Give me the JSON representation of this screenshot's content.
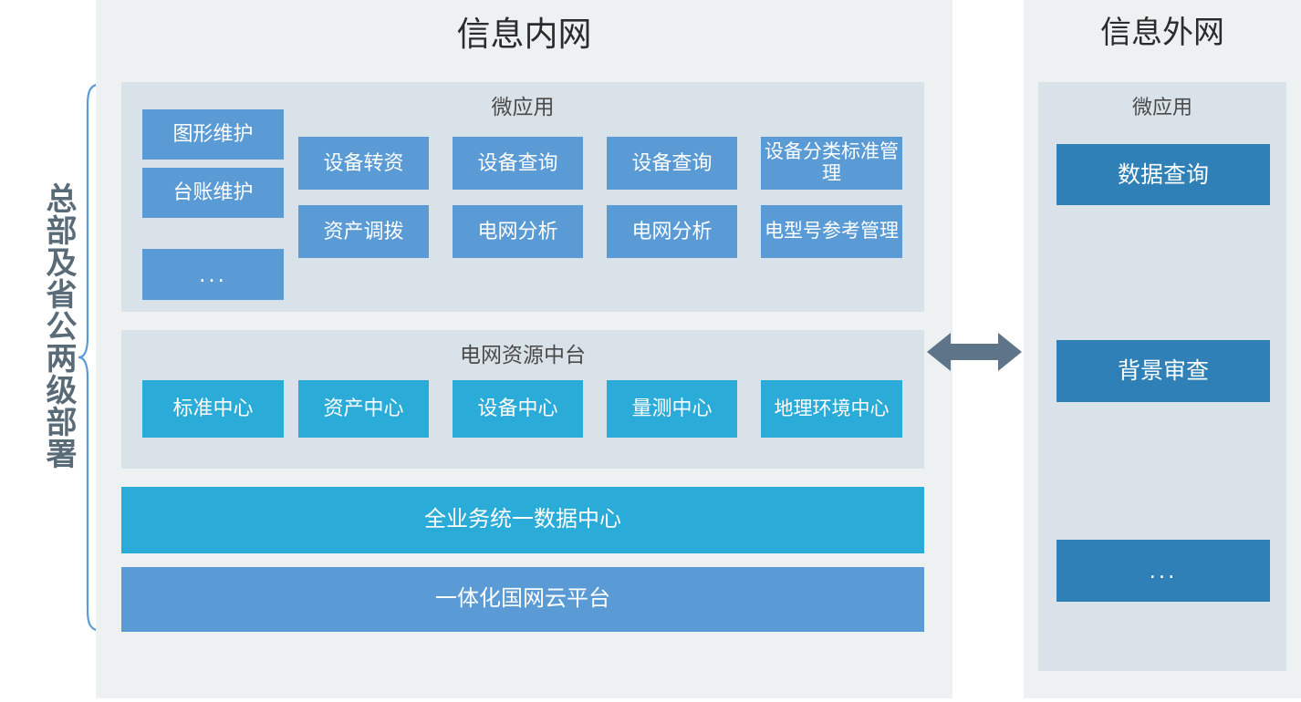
{
  "diagram": {
    "left_label": "总部及省公两级部署",
    "connector_icon": "double-arrow-icon"
  },
  "intranet": {
    "title": "信息内网",
    "microapp": {
      "title": "微应用",
      "left_column": [
        {
          "label": "图形维护"
        },
        {
          "label": "台账维护"
        },
        {
          "label": "..."
        }
      ],
      "grid_rows": [
        [
          {
            "label": "设备转资"
          },
          {
            "label": "设备查询"
          },
          {
            "label": "设备查询"
          },
          {
            "label": "设备分类标准管理"
          }
        ],
        [
          {
            "label": "资产调拨"
          },
          {
            "label": "电网分析"
          },
          {
            "label": "电网分析"
          },
          {
            "label": "电型号参考管理"
          }
        ]
      ]
    },
    "platform": {
      "title": "电网资源中台",
      "centers": [
        {
          "label": "标准中心"
        },
        {
          "label": "资产中心"
        },
        {
          "label": "设备中心"
        },
        {
          "label": "量测中心"
        },
        {
          "label": "地理环境中心"
        }
      ]
    },
    "bars": [
      {
        "label": "全业务统一数据中心"
      },
      {
        "label": "一体化国网云平台"
      }
    ]
  },
  "extranet": {
    "title": "信息外网",
    "microapp": {
      "title": "微应用",
      "items": [
        {
          "label": "数据查询"
        },
        {
          "label": "背景审查"
        },
        {
          "label": "..."
        }
      ]
    }
  },
  "colors": {
    "page_background": "#FFFFFF",
    "panel_outer": "#EDF1F2",
    "group_box": "#D9E2E8",
    "microapp_blue": "#5B9BD5",
    "center_cyan": "#2BABD8",
    "extranet_blue": "#2E80B6",
    "brace_stroke": "#5B9BD5",
    "arrow_fill": "#5E7488",
    "title_text": "#2B2B2B",
    "left_label_text": "#5A6B78"
  }
}
